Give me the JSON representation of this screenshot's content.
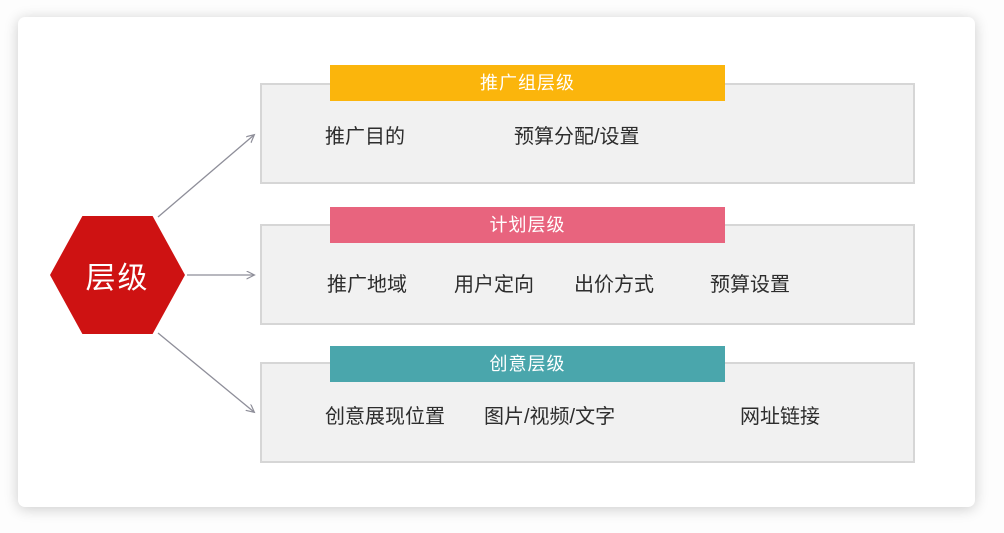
{
  "hexagon": {
    "label": "层级",
    "color": "#ce1212",
    "text_color": "#ffffff"
  },
  "boxes": [
    {
      "header": "推广组层级",
      "header_color": "#fbb50c",
      "items": [
        "推广目的",
        "预算分配/设置"
      ]
    },
    {
      "header": "计划层级",
      "header_color": "#e8647e",
      "items": [
        "推广地域",
        "用户定向",
        "出价方式",
        "预算设置"
      ]
    },
    {
      "header": "创意层级",
      "header_color": "#4aa6ac",
      "items": [
        "创意展现位置",
        "图片/视频/文字",
        "网址链接"
      ]
    }
  ],
  "colors": {
    "box_fill": "#f1f1f1",
    "box_border": "#d6d6d6",
    "arrow": "#8e8e99",
    "body_text": "#2d2d2d",
    "card_background": "#ffffff"
  }
}
